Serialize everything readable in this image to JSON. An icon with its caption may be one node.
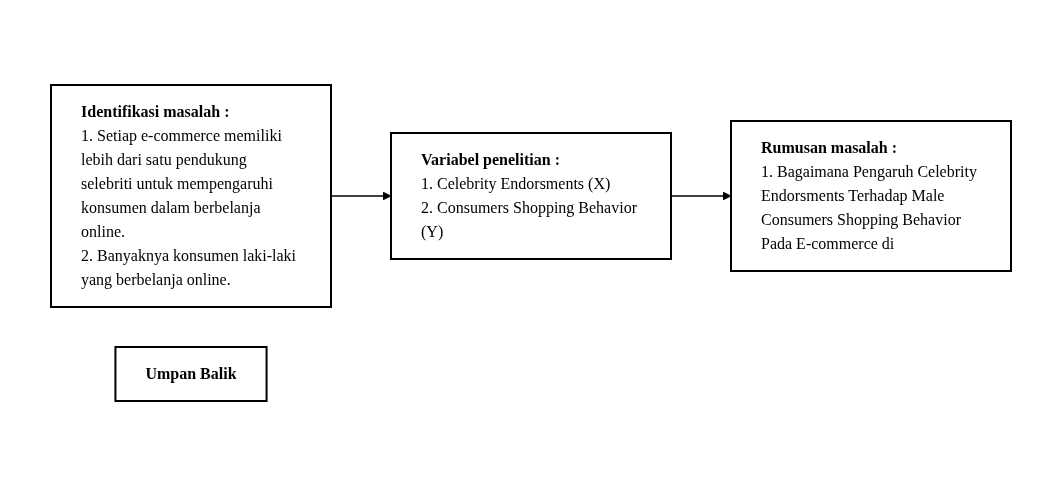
{
  "diagram": {
    "nodes": [
      {
        "text": [
          "Identifikasi masalah :",
          "1. Setiap e-commerce memiliki lebih dari satu pendukung selebriti untuk mempengaruhi konsumen dalam berbelanja online.",
          "2. Banyaknya konsumen laki-laki yang berbelanja online."
        ]
      },
      {
        "text": [
          "Variabel penelitian :",
          "1. Celebrity Endorsments (X)",
          "2. Consumers Shopping Behavior (Y)"
        ]
      },
      {
        "text": [
          "Rumusan masalah :",
          "1. Bagaimana Pengaruh Celebrity Endorsments Terhadap Male Consumers Shopping Behavior Pada E-commerce di"
        ]
      },
      {
        "text": [
          "Umpan Balik"
        ]
      }
    ],
    "edges": [
      {
        "from": 0,
        "to": 1,
        "arrow": "to"
      },
      {
        "from": 1,
        "to": 2,
        "arrow": "to"
      }
    ]
  }
}
